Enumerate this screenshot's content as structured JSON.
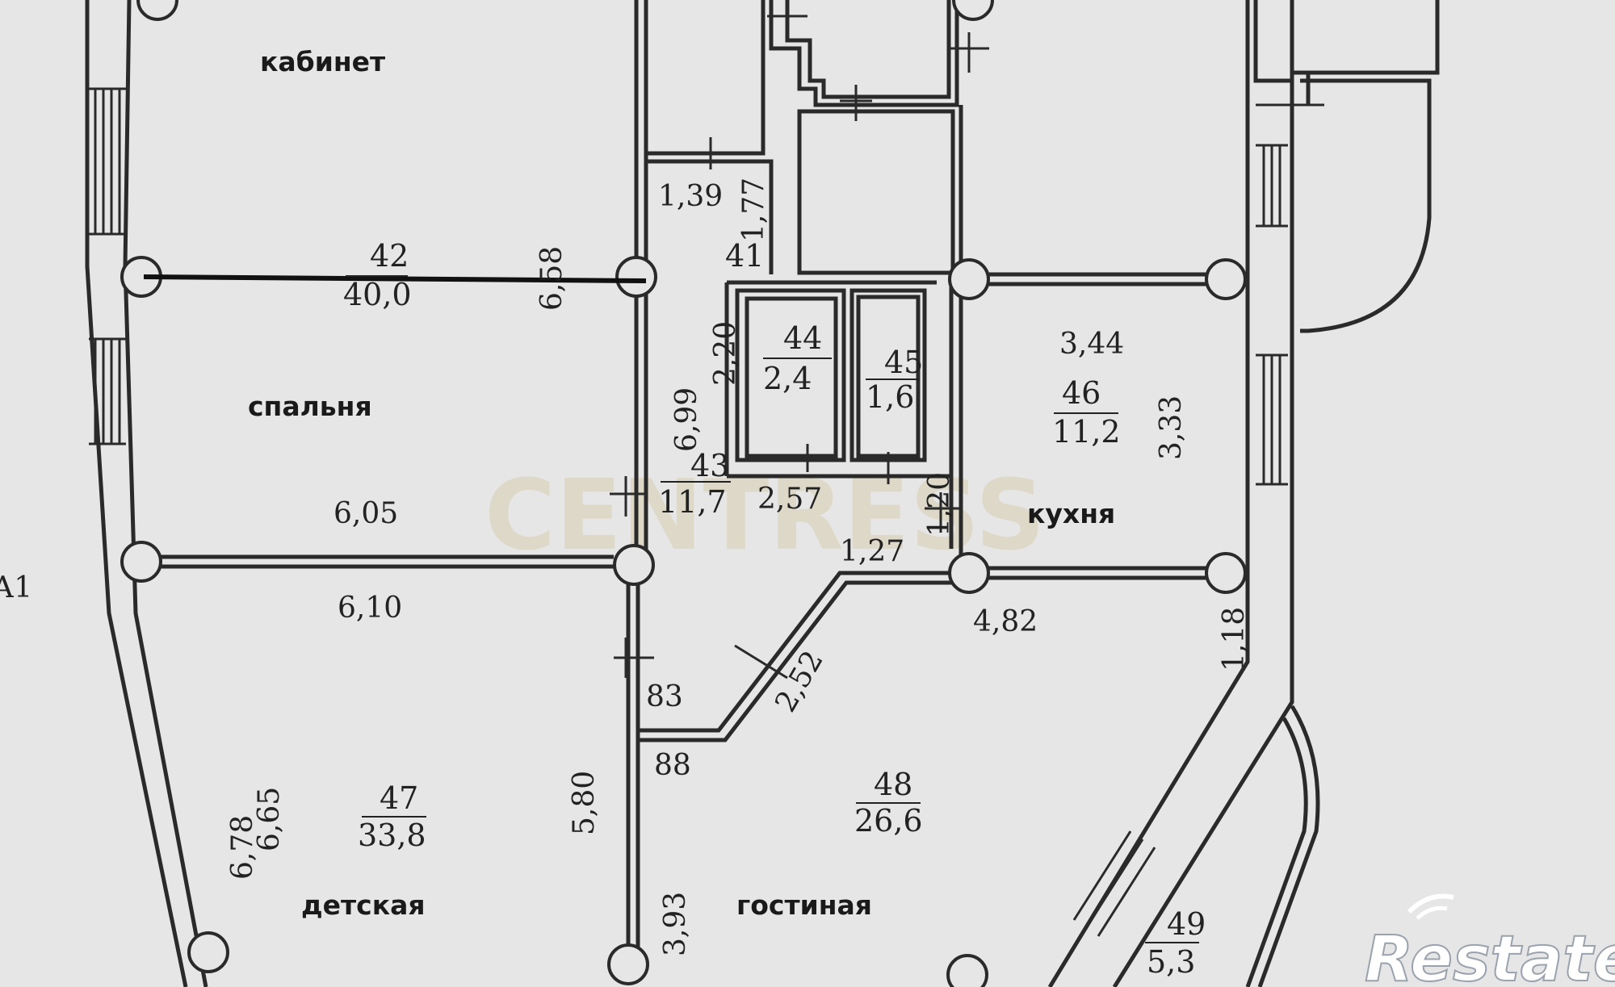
{
  "rooms": {
    "study": "кабинет",
    "bedroom": "спальня",
    "nursery": "детская",
    "living": "гостиная",
    "kitchen": "кухня"
  },
  "areas": {
    "r42": {
      "number": "42",
      "area": "40,0"
    },
    "r43": {
      "number": "43",
      "area": "11,7"
    },
    "r44": {
      "number": "44",
      "area": "2,4"
    },
    "r45": {
      "number": "45",
      "area": "1,6"
    },
    "r46": {
      "number": "46",
      "area": "11,2"
    },
    "r47": {
      "number": "47",
      "area": "33,8"
    },
    "r48": {
      "number": "48",
      "area": "26,6"
    },
    "r49": {
      "number": "49",
      "area": "5,3"
    },
    "r41": {
      "number": "41"
    }
  },
  "dimensions": {
    "d_139": "1,39",
    "d_177": "1,77",
    "d_658": "6,58",
    "d_220": "2,20",
    "d_699": "6,99",
    "d_344": "3,44",
    "d_333": "3,33",
    "d_605": "6,05",
    "d_257": "2,57",
    "d_120": "1,20",
    "d_127": "1,27",
    "d_610": "6,10",
    "d_482": "4,82",
    "d_118": "1,18",
    "d_252": "2,52",
    "d_83": "83",
    "d_88": "88",
    "d_580": "5,80",
    "d_678": "6,78",
    "d_665": "6,65",
    "d_393": "3,93",
    "d_a1": "А1"
  },
  "watermark": "CENTRESS",
  "logo": "Restate"
}
